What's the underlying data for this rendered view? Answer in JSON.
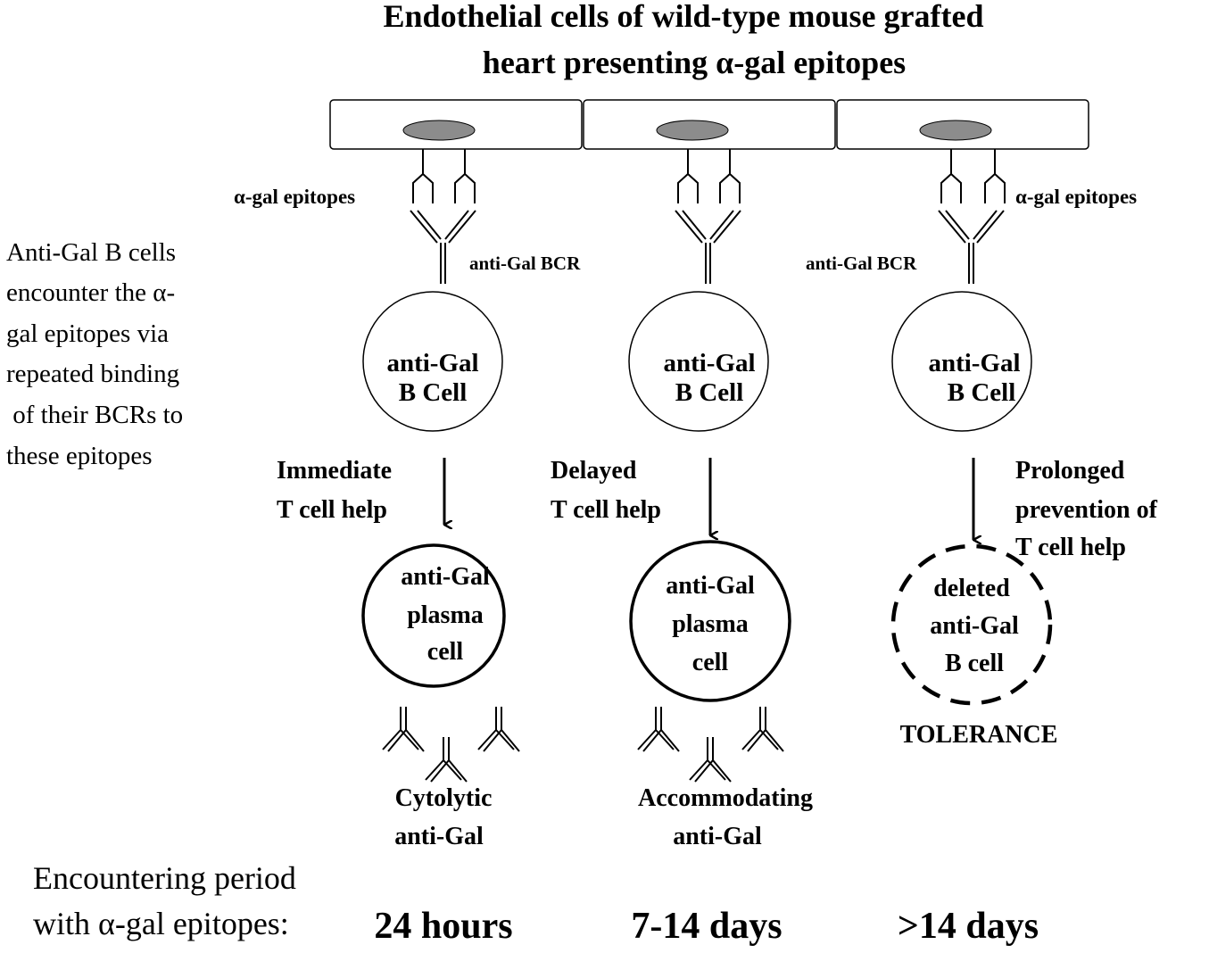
{
  "title": {
    "line1": "Endothelial cells of wild-type mouse grafted",
    "line2": "heart presenting α-gal epitopes"
  },
  "labels": {
    "epitopes_left": "α-gal epitopes",
    "epitopes_right": "α-gal epitopes",
    "bcr_center": "anti-Gal BCR",
    "bcr_right": "anti-Gal BCR"
  },
  "side_note": [
    "Anti-Gal B cells",
    "encounter the α-",
    "gal epitopes via",
    "repeated binding",
    " of their BCRs to",
    "these epitopes"
  ],
  "columns": [
    {
      "bcell": [
        "anti-Gal",
        "B Cell"
      ],
      "help": [
        "Immediate",
        "T cell help"
      ],
      "outcome_cell": [
        "anti-Gal",
        "plasma",
        "cell"
      ],
      "result": [
        "Cytolytic",
        "anti-Gal"
      ],
      "period": "24 hours"
    },
    {
      "bcell": [
        "anti-Gal",
        "B Cell"
      ],
      "help": [
        "Delayed",
        "T cell help"
      ],
      "outcome_cell": [
        "anti-Gal",
        "plasma",
        "cell"
      ],
      "result": [
        "Accommodating",
        "anti-Gal"
      ],
      "period": "7-14 days"
    },
    {
      "bcell": [
        "anti-Gal",
        "B Cell"
      ],
      "help": [
        "Prolonged",
        "prevention of",
        "T cell help"
      ],
      "outcome_cell": [
        "deleted",
        "anti-Gal",
        "B cell"
      ],
      "result": [
        "TOLERANCE"
      ],
      "period": ">14 days"
    }
  ],
  "period_label": [
    "Encountering period",
    "with α-gal epitopes:"
  ]
}
